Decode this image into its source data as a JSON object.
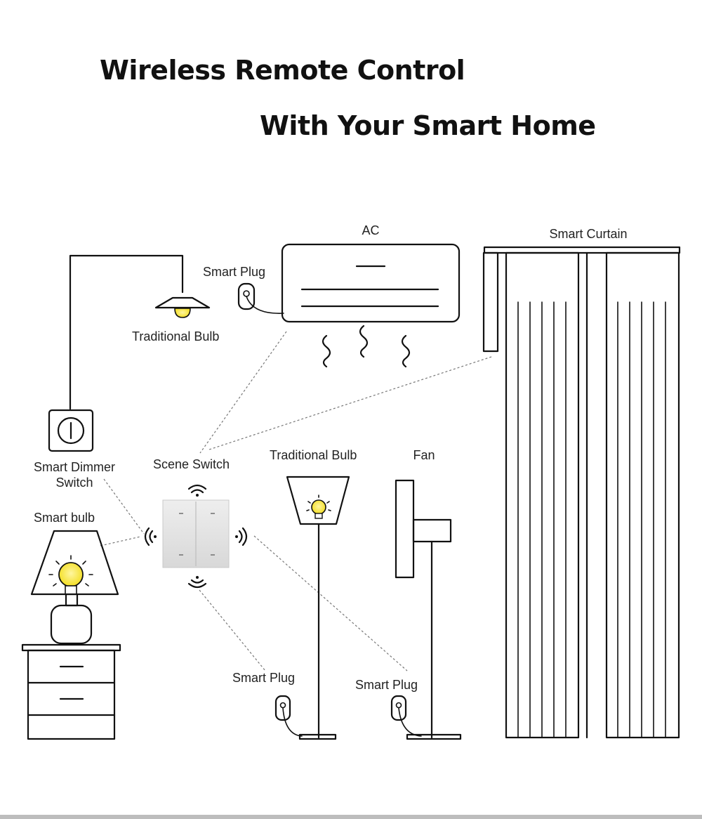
{
  "title": {
    "line1": "Wireless Remote Control",
    "line2": "With Your Smart Home"
  },
  "labels": {
    "ac": "AC",
    "smart_curtain": "Smart Curtain",
    "smart_plug_ac": "Smart Plug",
    "traditional_bulb_pendant": "Traditional Bulb",
    "smart_dimmer_switch_line1": "Smart Dimmer",
    "smart_dimmer_switch_line2": "Switch",
    "scene_switch": "Scene Switch",
    "traditional_bulb_floor": "Traditional Bulb",
    "fan": "Fan",
    "smart_bulb": "Smart bulb",
    "smart_plug_floor_lamp": "Smart Plug",
    "smart_plug_fan": "Smart Plug"
  },
  "icons": {
    "wireless_signal": "wifi-signal-icon",
    "scene_switch": "scene-switch-icon",
    "air_conditioner": "air-conditioner-icon",
    "curtain": "curtain-icon",
    "pendant_lamp": "pendant-lamp-icon",
    "dimmer": "dimmer-switch-icon",
    "floor_lamp": "floor-lamp-icon",
    "fan": "fan-icon",
    "table_lamp": "table-lamp-icon",
    "nightstand": "nightstand-icon",
    "smart_plug": "smart-plug-icon"
  },
  "colors": {
    "bulb_yellow": "#f8ea3a",
    "line": "#111111",
    "dashed_link": "#777777",
    "switch_body": "#e3e3e3"
  }
}
